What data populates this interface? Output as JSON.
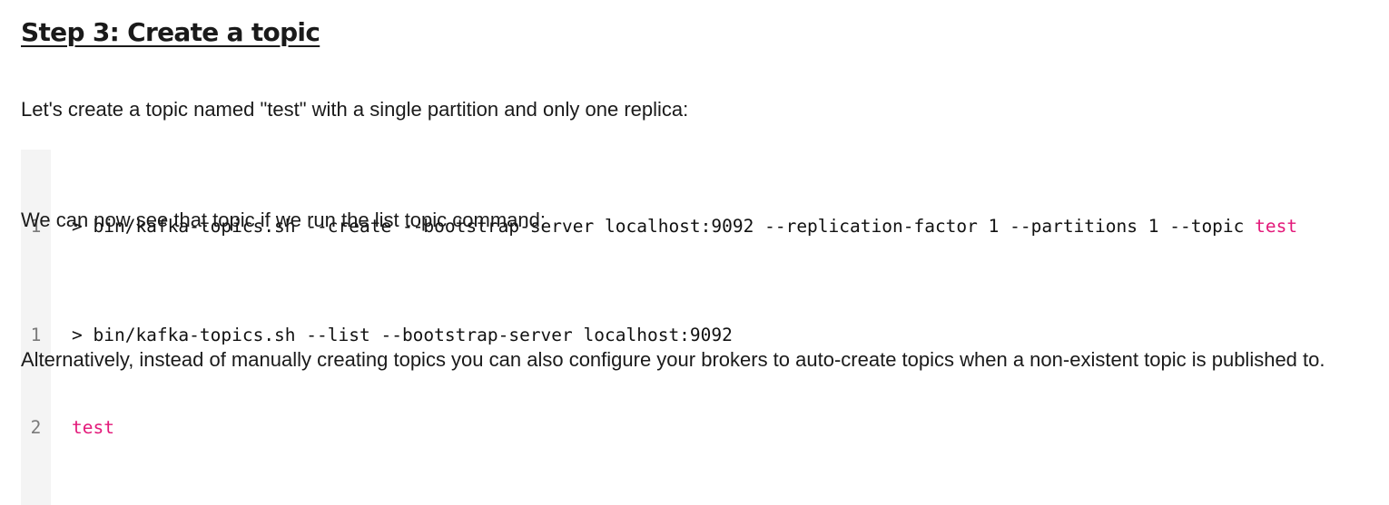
{
  "heading": "Step 3: Create a topic",
  "intro": "Let's create a topic named \"test\" with a single partition and only one replica:",
  "code1": {
    "line_numbers": [
      "1"
    ],
    "command": "> bin/kafka-topics.sh --create --bootstrap-server localhost:9092 --replication-factor 1 --partitions 1 --topic ",
    "command_highlight": "test"
  },
  "list_intro": "We can now see that topic if we run the list topic command:",
  "code2": {
    "line_numbers": [
      "1",
      "2"
    ],
    "command": "> bin/kafka-topics.sh --list --bootstrap-server localhost:9092",
    "output": "test"
  },
  "closing": "Alternatively, instead of manually creating topics you can also configure your brokers to auto-create topics when a non-existent topic is published to.",
  "colors": {
    "text": "#1a1a1a",
    "highlight": "#e3197a",
    "gutter_bg": "#f4f4f4",
    "gutter_text": "#7a7a7a"
  }
}
